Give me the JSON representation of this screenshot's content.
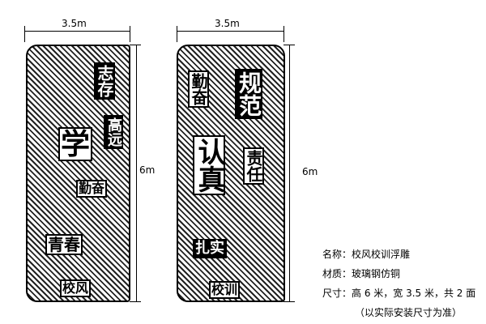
{
  "dimensions": {
    "width_left": "3.5m",
    "width_right": "3.5m",
    "height_left": "6m",
    "height_right": "6m"
  },
  "left_panel": {
    "chars": [
      "志存",
      "高远",
      "学",
      "勤奋",
      "青春",
      "校风"
    ]
  },
  "right_panel": {
    "chars": [
      "勤奋",
      "规范",
      "认真",
      "责任",
      "扎实",
      "校训"
    ]
  },
  "info": {
    "name": "名称：校风校训浮雕",
    "material": "材质：玻璃钢仿铜",
    "size": "尺寸：高 6 米，宽 3.5 米，共 2 面",
    "note": "（以实际安装尺寸为准）"
  }
}
